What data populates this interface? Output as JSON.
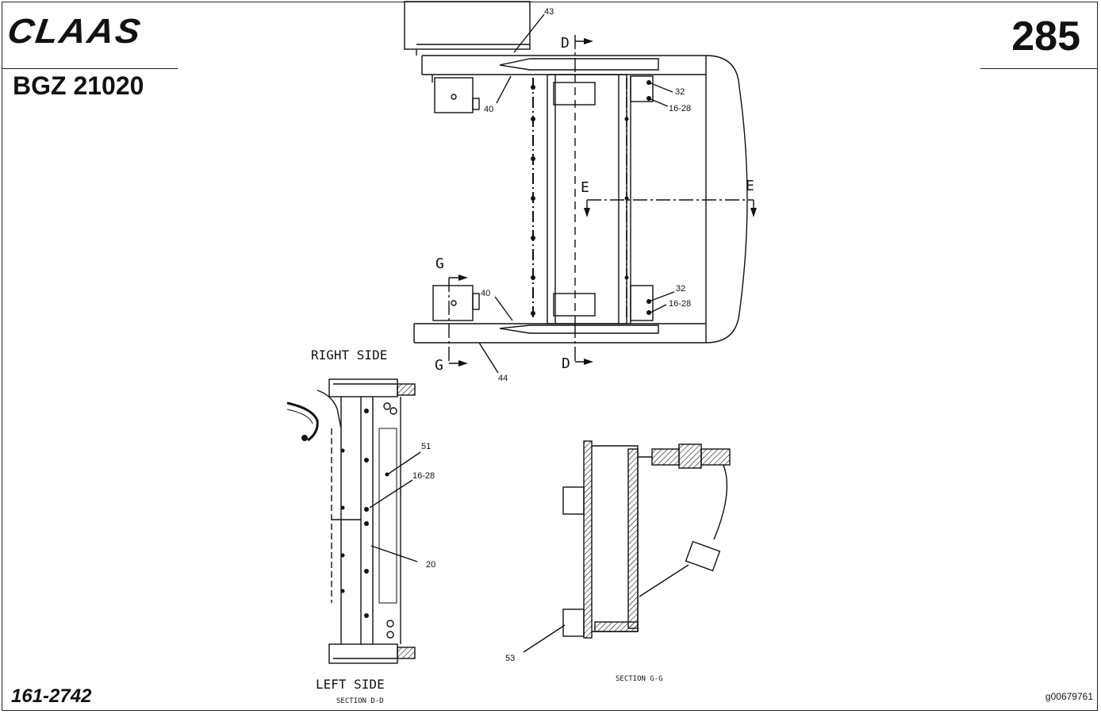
{
  "header": {
    "brand": "CLAAS",
    "doc_id": "BGZ 21020",
    "page_number": "285"
  },
  "footer": {
    "ref_left": "161-2742",
    "ref_right": "g00679761"
  },
  "views": {
    "top_view": {
      "callouts": {
        "c43": "43",
        "c40_top": "40",
        "c32_top": "32",
        "c16_28_top": "16-28",
        "c32_bot": "32",
        "c16_28_bot": "16-28",
        "c40_bot": "40",
        "c44": "44"
      },
      "section_marks": {
        "d_top": "D",
        "d_bot": "D",
        "e_left": "E",
        "e_right": "E",
        "g_top": "G",
        "g_bot": "G"
      }
    },
    "side_view": {
      "title_top": "RIGHT SIDE",
      "title_bottom": "LEFT SIDE",
      "section_caption": "SECTION D-D",
      "callouts": {
        "c51": "51",
        "c16_28": "16-28",
        "c20": "20"
      }
    },
    "section_view": {
      "caption": "SECTION G-G",
      "callouts": {
        "c53": "53"
      }
    }
  }
}
